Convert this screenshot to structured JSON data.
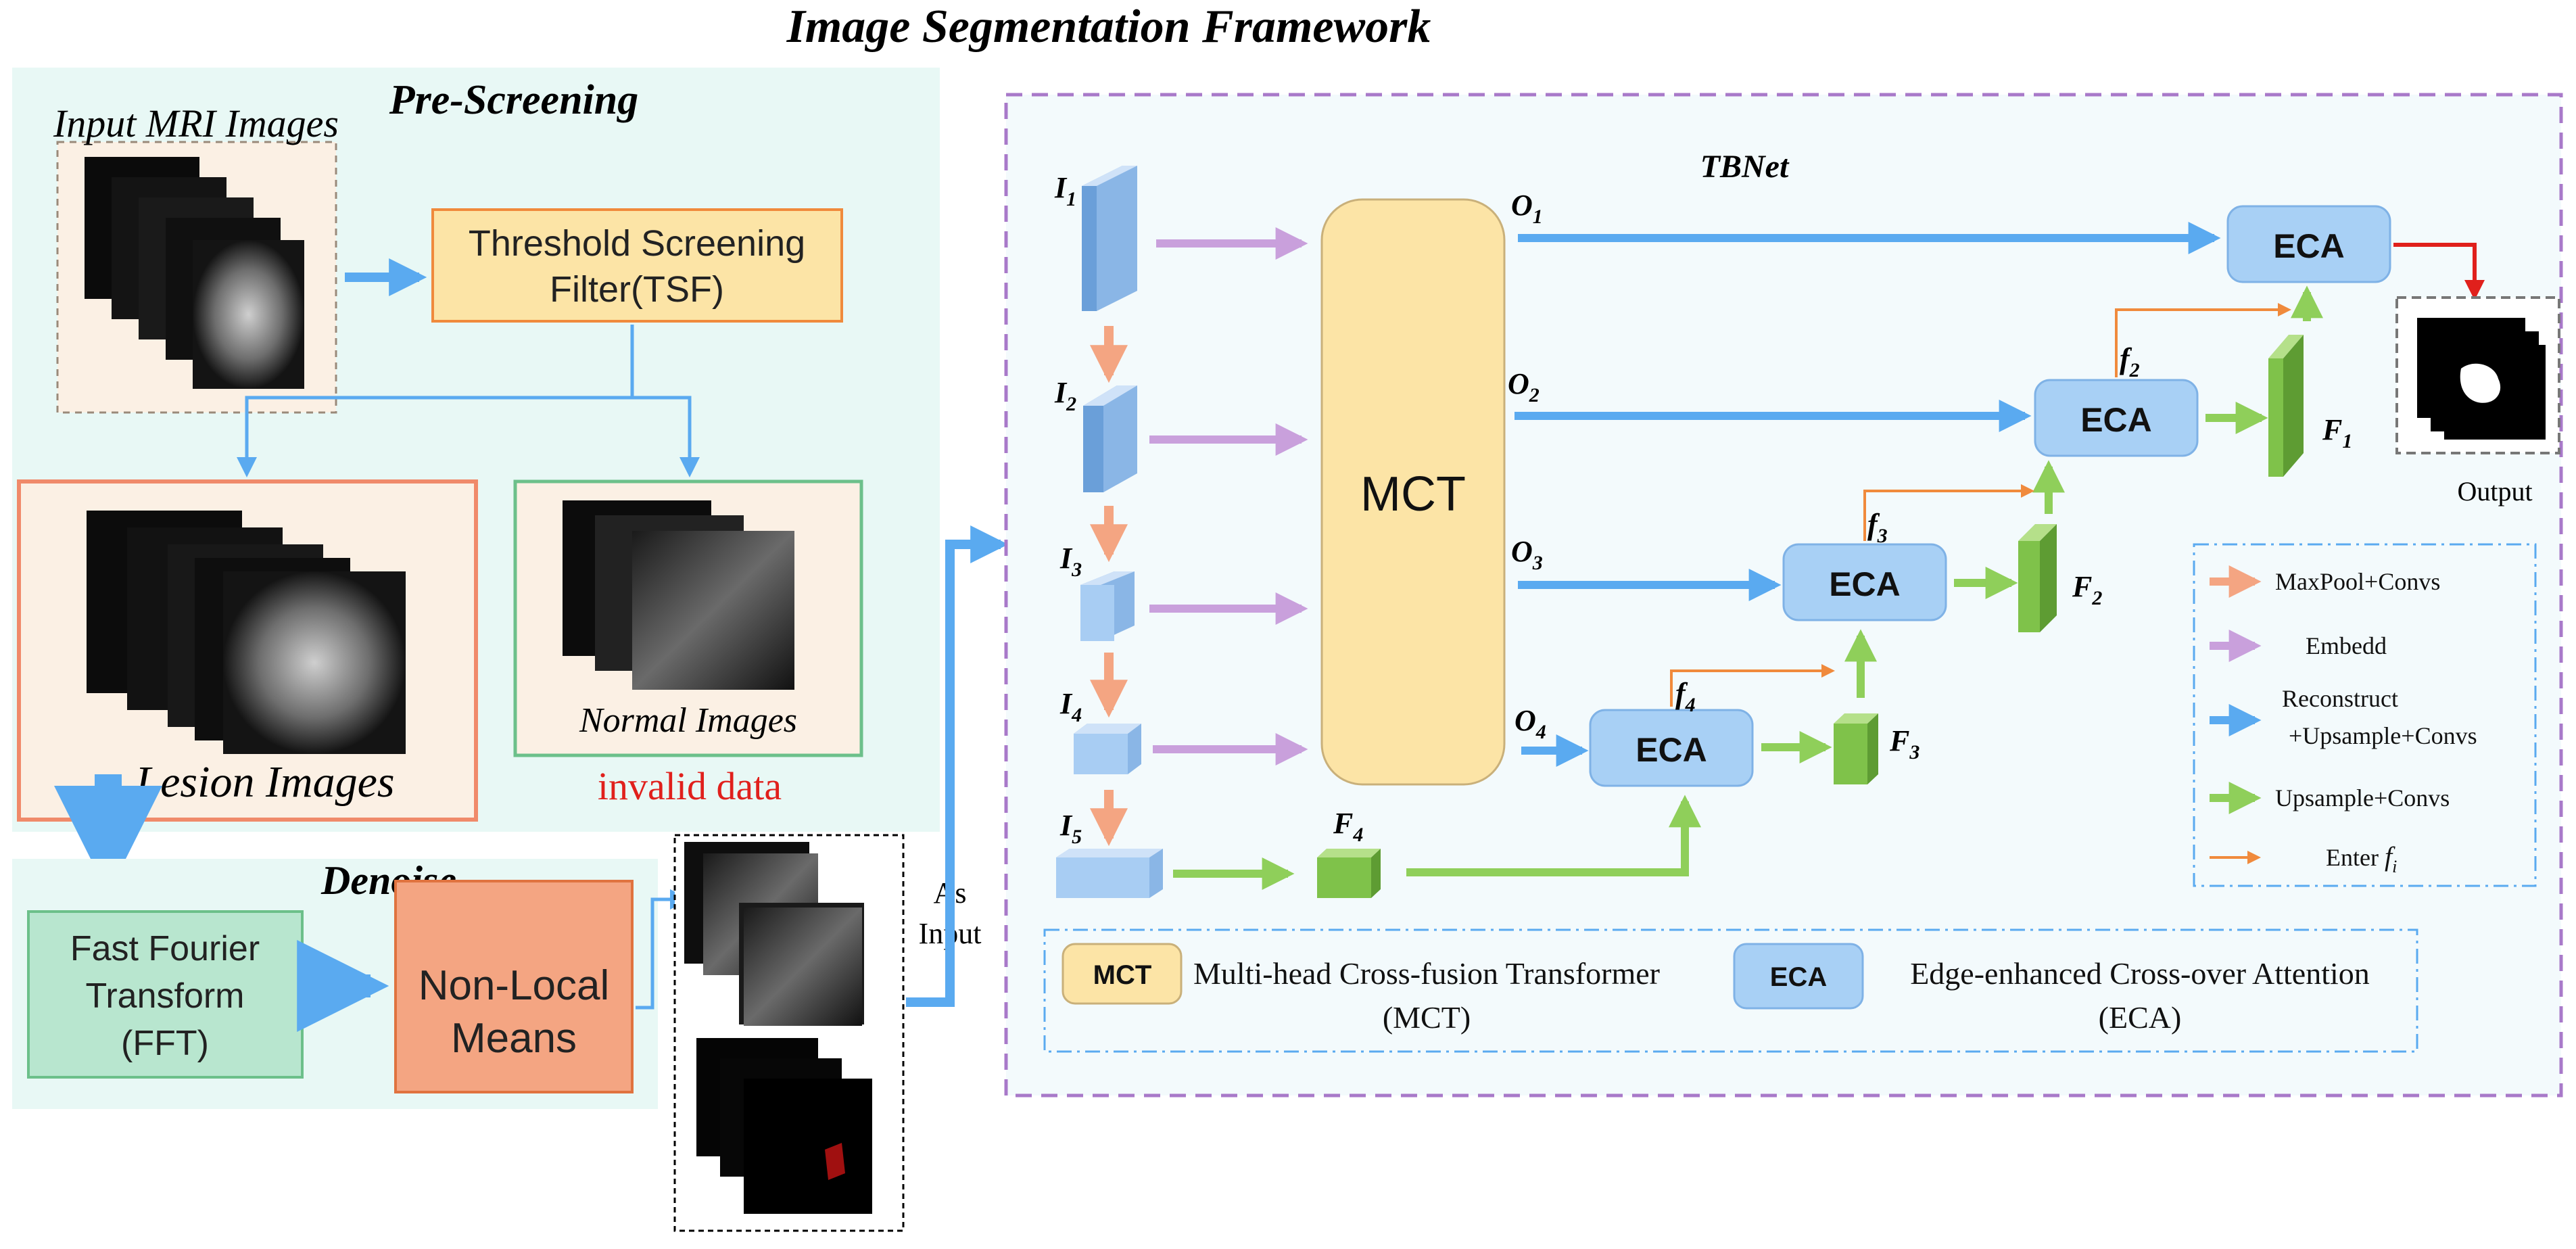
{
  "title": "Image Segmentation Framework",
  "prescreen": {
    "heading": "Pre-Screening",
    "input_label": "Input MRI Images",
    "tsf_line1": "Threshold Screening",
    "tsf_line2": "Filter(TSF)",
    "lesion_label": "Lesion Images",
    "normal_label": "Normal Images",
    "invalid_label": "invalid data"
  },
  "denoise": {
    "heading": "Denoise",
    "fft_line1": "Fast Fourier",
    "fft_line2": "Transform",
    "fft_line3": "(FFT)",
    "nlm_line1": "Non-Local",
    "nlm_line2": "Means"
  },
  "as_input_line1": "As",
  "as_input_line2": "Input",
  "tbnet": {
    "heading": "TBNet",
    "mct_label": "MCT",
    "eca_label": "ECA",
    "output_label": "Output",
    "inputs": [
      {
        "base": "I",
        "sub": "1"
      },
      {
        "base": "I",
        "sub": "2"
      },
      {
        "base": "I",
        "sub": "3"
      },
      {
        "base": "I",
        "sub": "4"
      },
      {
        "base": "I",
        "sub": "5"
      }
    ],
    "outputs": [
      {
        "base": "O",
        "sub": "1"
      },
      {
        "base": "O",
        "sub": "2"
      },
      {
        "base": "O",
        "sub": "3"
      },
      {
        "base": "O",
        "sub": "4"
      }
    ],
    "features": [
      {
        "base": "F",
        "sub": "1"
      },
      {
        "base": "F",
        "sub": "2"
      },
      {
        "base": "F",
        "sub": "3"
      },
      {
        "base": "F",
        "sub": "4"
      }
    ],
    "small_f": [
      {
        "base": "f",
        "sub": "2"
      },
      {
        "base": "f",
        "sub": "3"
      },
      {
        "base": "f",
        "sub": "4"
      }
    ]
  },
  "legend": {
    "items": [
      {
        "label": "MaxPool+Convs",
        "color": "#f4a582"
      },
      {
        "label": "Embedd",
        "color": "#c9a0dc"
      },
      {
        "label_line1": "Reconstruct",
        "label_line2": "+Upsample+Convs",
        "color": "#5aaaf0"
      },
      {
        "label": "Upsample+Convs",
        "color": "#8fcf5a"
      },
      {
        "label": "Enter",
        "math": "f",
        "sub": "i",
        "color": "#f08a3c"
      }
    ],
    "mct_key": "MCT",
    "mct_desc_line1": "Multi-head Cross-fusion Transformer",
    "mct_desc_line2": "(MCT)",
    "eca_key": "ECA",
    "eca_desc_line1": "Edge-enhanced Cross-over Attention",
    "eca_desc_line2": "(ECA)"
  },
  "colors": {
    "prescreen_bg": "#e8f8f5",
    "tbnet_bg": "#f3fafc",
    "tbnet_border": "#a879c9",
    "tsf_fill": "#fce4a6",
    "tsf_border": "#f08a3c",
    "lesion_border": "#f08a6a",
    "normal_border": "#6cc08a",
    "fft_fill": "#b8e6cf",
    "nlm_fill": "#f4a582",
    "mct_fill": "#fce4a6",
    "eca_fill": "#a8d0f5",
    "blue_arrow": "#5aaaf0",
    "purple_arrow": "#c9a0dc",
    "orange_arrow": "#f4a582",
    "green_arrow": "#8fcf5a",
    "red_arrow": "#e0201c",
    "invalid_text": "#e0201c"
  }
}
